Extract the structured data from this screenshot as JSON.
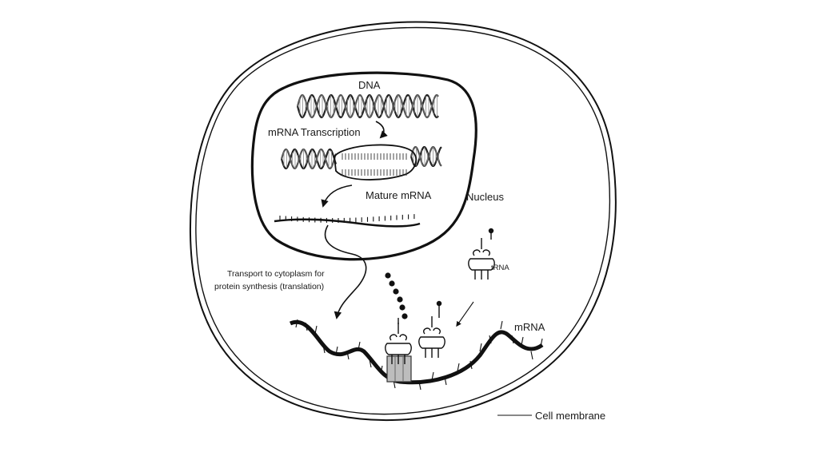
{
  "labels": {
    "dna": "DNA",
    "transcription": "mRNA Transcription",
    "mature_mrna": "Mature mRNA",
    "nucleus": "Nucleus",
    "transport_line1": "Transport to cytoplasm for",
    "transport_line2": "protein synthesis (translation)",
    "trna": "tRNA",
    "mrna": "mRNA",
    "cell_membrane": "Cell membrane"
  }
}
